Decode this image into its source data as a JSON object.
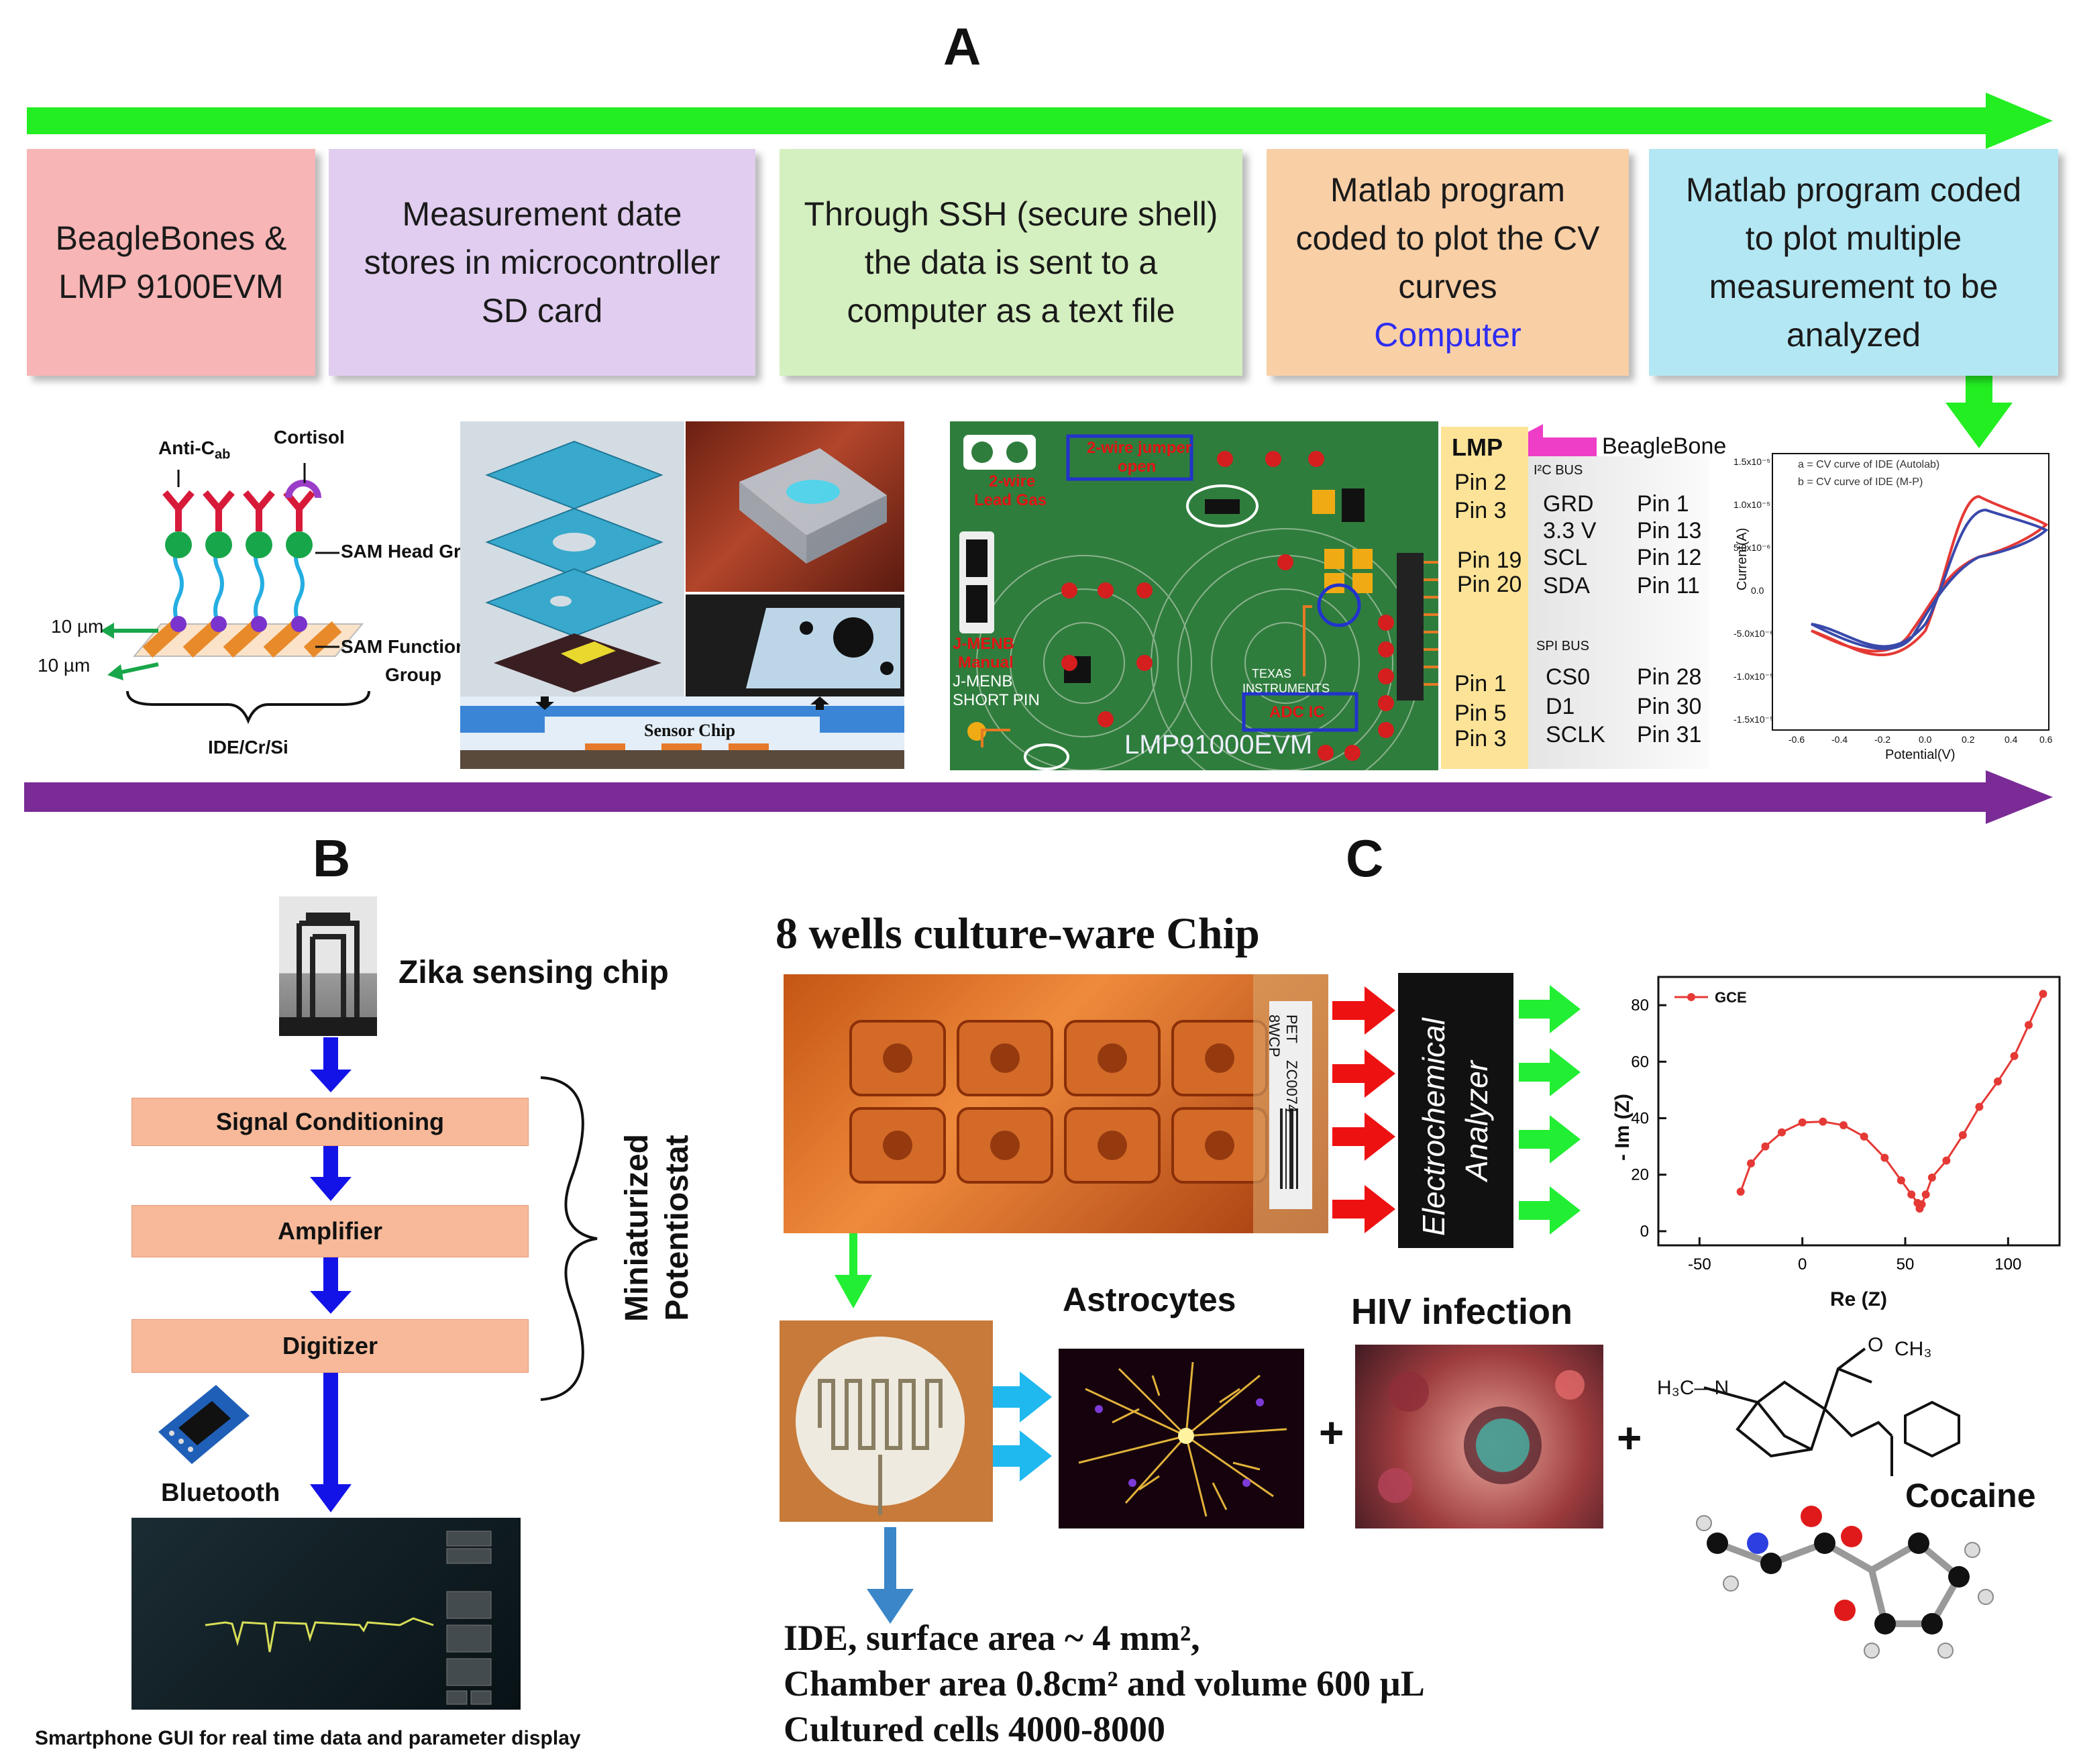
{
  "panels": {
    "a": "A",
    "b": "B",
    "c": "C"
  },
  "flow_a": {
    "boxes": [
      {
        "text": "BeagleBones & LMP 9100EVM",
        "color": "#f7b5b5"
      },
      {
        "text": "Measurement date stores in microcontroller SD card",
        "color": "#e0cdef"
      },
      {
        "text": "Through SSH (secure shell) the data is sent to a computer as a text file",
        "color": "#d5f0c0"
      },
      {
        "text": "Matlab program coded to plot the CV curves",
        "sub": "Computer",
        "color": "#f9cfa6"
      },
      {
        "text": "Matlab program coded to plot multiple measurement to be analyzed",
        "color": "#b3e7f3"
      }
    ],
    "arrow_top_color": "#22ee22",
    "arrow_bottom_color": "#7a2b96"
  },
  "sam": {
    "anti": "Anti-C",
    "anti_sub": "ab",
    "cortisol": "Cortisol",
    "head": "SAM Head Gr",
    "function": "SAM Function",
    "group": "Group",
    "dim1": "10 µm",
    "dim2": "10 µm",
    "ide": "IDE/Cr/Si"
  },
  "chip": {
    "sensor": "Sensor Chip"
  },
  "board": {
    "jumper1": "2-wire jumper",
    "jumper2": "open",
    "lead1": "2-wire",
    "lead2": "Lead  Gas",
    "menb1": "J-MENB",
    "menb2": "Manual",
    "menb3": "J-MENB",
    "menb4": "SHORT PIN",
    "adc": "ADC IC",
    "ti1": "TEXAS",
    "ti2": "INSTRUMENTS",
    "model": "LMP91000EVM"
  },
  "pins": {
    "lmp": "LMP",
    "beaglebone": "BeagleBone",
    "i2c": "I²C BUS",
    "spi": "SPI BUS",
    "lmp_pins": [
      "Pin 2",
      "Pin 3",
      "Pin 19",
      "Pin 20",
      "Pin 1",
      "Pin 5",
      "Pin 3"
    ],
    "signals": [
      "GRD",
      "3.3 V",
      "SCL",
      "SDA",
      "CS0",
      "D1",
      "SCLK"
    ],
    "bb_pins": [
      "Pin 1",
      "Pin 13",
      "Pin 12",
      "Pin 11",
      "Pin 28",
      "Pin 30",
      "Pin 31"
    ]
  },
  "cv_chart": {
    "xlabel": "Potential(V)",
    "ylabel": "Current(A)",
    "xticks": [
      "-0.6",
      "-0.4",
      "-0.2",
      "0.0",
      "0.2",
      "0.4",
      "0.6"
    ],
    "yticks": [
      "1.5x10⁻⁵",
      "1.0x10⁻⁵",
      "5.0x10⁻⁶",
      "0.0",
      "-5.0x10⁻⁶",
      "-1.0x10⁻⁵",
      "-1.5x10⁻⁵"
    ],
    "legend": [
      "a = CV curve of IDE (Autolab)",
      "b = CV curve of IDE (M-P)"
    ],
    "colors": [
      "#e53935",
      "#3949ab"
    ]
  },
  "panel_b": {
    "chip": "Zika sensing chip",
    "steps": [
      "Signal Conditioning",
      "Amplifier",
      "Digitizer"
    ],
    "brace": "Miniaturized Potentiostat",
    "bluetooth": "Bluetooth",
    "caption": "Smartphone GUI for real time data and parameter display"
  },
  "panel_c": {
    "title": "8 wells culture-ware Chip",
    "analyzer1": "Electrochemical",
    "analyzer2": "Analyzer",
    "label_codes": [
      "8WCP",
      "PET",
      "ZC0074"
    ],
    "astro": "Astrocytes",
    "hiv": "HIV infection",
    "plus": "+",
    "cocaine": "Cocaine",
    "formula_h3c": "H₃C—N",
    "formula_ch3": "CH₃",
    "formula_o": "O",
    "ide_lines": [
      "IDE, surface area ~ 4 mm²,",
      "Chamber area 0.8cm² and volume 600 µL",
      "Cultured cells 4000-8000"
    ]
  },
  "chart_data": {
    "type": "scatter",
    "title": "",
    "xlabel": "Re (Z)",
    "ylabel": "- Im (Z)",
    "legend": [
      "GCE"
    ],
    "xlim": [
      -70,
      125
    ],
    "ylim": [
      -5,
      90
    ],
    "xticks": [
      -50,
      0,
      50,
      100
    ],
    "yticks": [
      0,
      20,
      40,
      60,
      80
    ],
    "series": [
      {
        "name": "GCE",
        "color": "#e53935",
        "x": [
          -30,
          -25,
          -18,
          -10,
          0,
          10,
          20,
          30,
          40,
          48,
          53,
          56,
          57,
          58,
          60,
          63,
          70,
          78,
          86,
          95,
          103,
          110,
          117
        ],
        "y": [
          14,
          24,
          30,
          35,
          38.5,
          38.8,
          37.5,
          33.5,
          26,
          18,
          13,
          10,
          8,
          9.5,
          13,
          19,
          25,
          34,
          44,
          53,
          62,
          73,
          84
        ]
      }
    ]
  }
}
